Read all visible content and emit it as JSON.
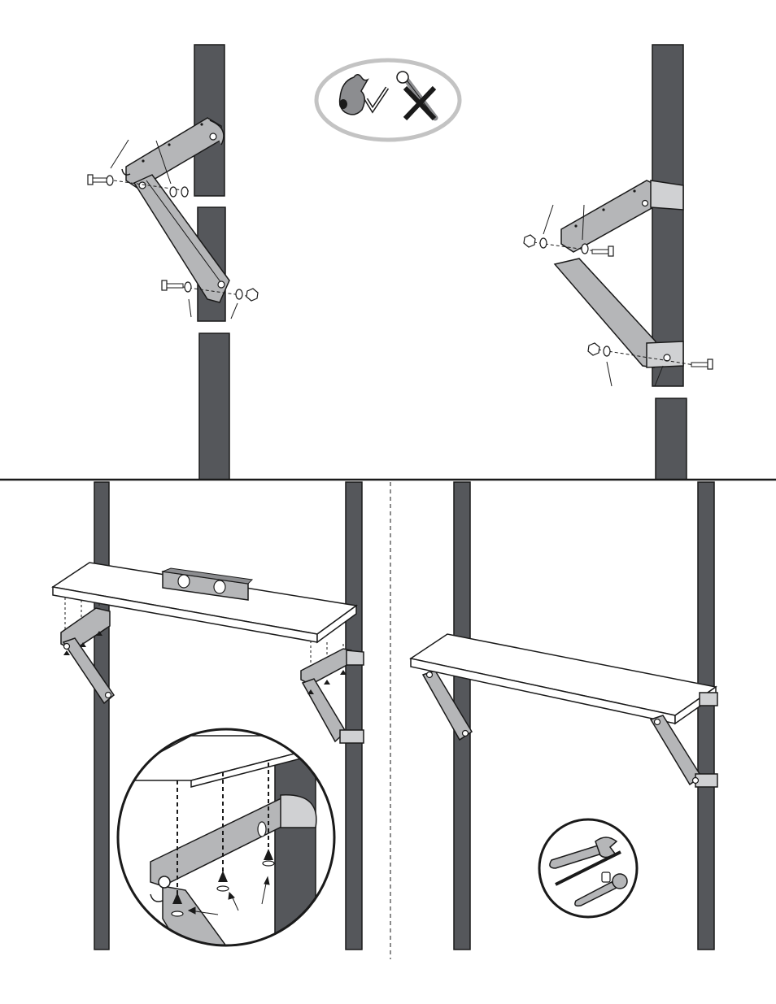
{
  "document": {
    "type": "assembly-instruction-sheet",
    "panels": [
      {
        "id": "panel-1",
        "content": "bracket-attach-left-post"
      },
      {
        "id": "panel-2",
        "content": "bracket-attach-right-post"
      },
      {
        "id": "panel-3",
        "content": "shelf-level-and-screw"
      },
      {
        "id": "panel-4",
        "content": "finished-shelf"
      }
    ],
    "icons": [
      "hand-tighten-icon",
      "no-wrench-icon",
      "wrench-icon",
      "ratchet-icon"
    ]
  },
  "colors": {
    "post": "#55575b",
    "bracket": "#b5b6b8",
    "outline": "#1a1a1a",
    "callout_ring": "#c3c3c3",
    "board": "#ffffff",
    "background": "#ffffff"
  }
}
